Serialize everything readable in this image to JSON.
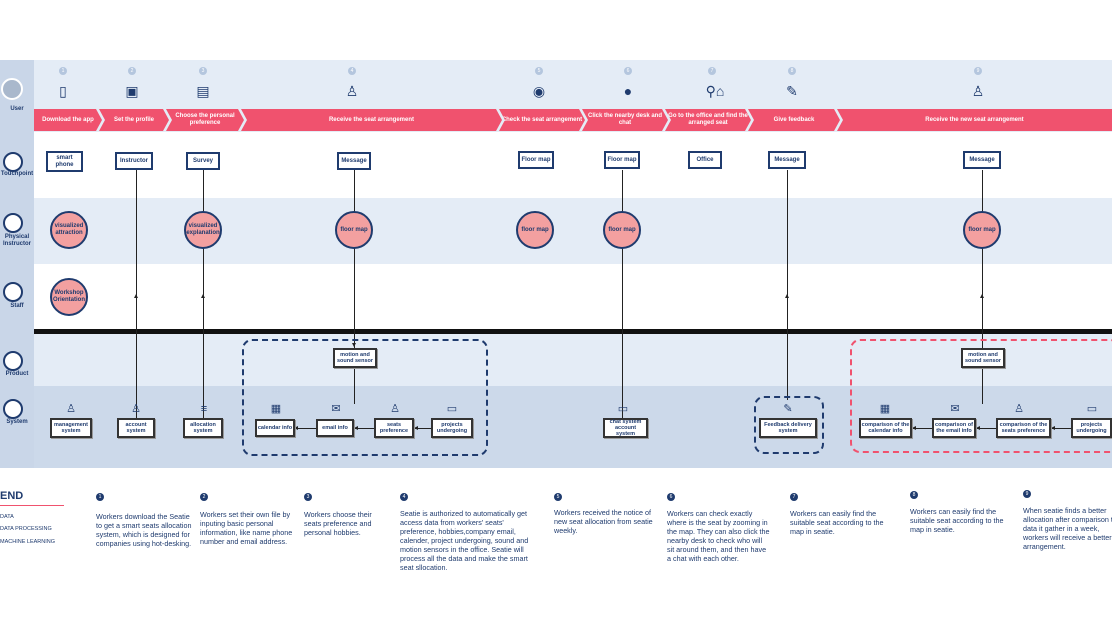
{
  "roles": [
    {
      "label": "User"
    },
    {
      "label": "Touchpoint"
    },
    {
      "label": "Physical Instructor"
    },
    {
      "label": "Staff"
    },
    {
      "label": "Product"
    },
    {
      "label": "System"
    }
  ],
  "steps": [
    {
      "num": "1",
      "banner": "Download the app",
      "icon": "phone-icon"
    },
    {
      "num": "2",
      "banner": "Set the profile",
      "icon": "profile-settings-icon"
    },
    {
      "num": "3",
      "banner": "Choose the personal preference",
      "icon": "preference-icon"
    },
    {
      "num": "4",
      "banner": "Receive the seat arrangement",
      "icon": "seat-icon"
    },
    {
      "num": "5",
      "banner": "Check the seat arrangement",
      "icon": "eye-icon"
    },
    {
      "num": "6",
      "banner": "Click the nearby desk and chat",
      "icon": "chat-icon"
    },
    {
      "num": "7",
      "banner": "Go to the office and find the arranged seat",
      "icon": "walk-office-icon"
    },
    {
      "num": "8",
      "banner": "Give feedback",
      "icon": "edit-icon"
    },
    {
      "num": "9",
      "banner": "Receive the new seat arrangement",
      "icon": "seat-icon"
    }
  ],
  "touchpoints": [
    "smart phone",
    "Instructor",
    "Survey",
    "Message",
    "Floor map",
    "Floor map",
    "Office",
    "Message",
    "Message"
  ],
  "instructor": [
    "visualized attraction",
    "visualized explanation",
    "floor map",
    "floor map",
    "floor map",
    "floor map"
  ],
  "staff": [
    "Workshop Orientation"
  ],
  "product": [
    "motion and sound sensor",
    "motion and sound sensor"
  ],
  "system": [
    "management system",
    "account system",
    "allocation system",
    "calendar info",
    "email info",
    "seats preference",
    "projects undergoing",
    "chat system account system",
    "Feedback delivery system",
    "comparison of the calendar info",
    "comparison of the email info",
    "comparison of the seats preference",
    "projects undergoing"
  ],
  "legend": {
    "title": "END",
    "items": [
      "DATA",
      "DATA PROCESSING",
      "MACHINE LEARNING"
    ]
  },
  "notes": [
    "Workers download the Seatie to get a smart seats allocation system, which is designed for companies using hot-desking.",
    "Workers set their own file by inputing basic personal information, like name phone number and email address.",
    "Workers choose their seats preference and personal hobbies.",
    "Seatie is authorized to automatically get access data from workers' seats' preference, hobbies,company email, calender, project undergoing, sound and motion sensors in the office. Seatie will process all the data and make the smart seat sllocation.",
    "Workers received the notice of new seat allocation from seatie weekly.",
    "Workers can check exactly where is the seat by zooming in the map. They can also click the nearby desk to check who will sit around them, and then have a chat with each other.",
    "Workers can easily find the suitable seat according to the map in seatie.",
    "Workers can easily find the suitable seat according to the map in seatie.",
    "When seatie finds a better allocation after comparison the data it gather in a week, workers will receive a better arrangement."
  ],
  "colors": {
    "accent": "#f0526e",
    "navy": "#1f3b6e",
    "lane_light": "#e4ecf6",
    "lane_dark": "#ccd9ea",
    "circle": "#f3a0a0"
  }
}
